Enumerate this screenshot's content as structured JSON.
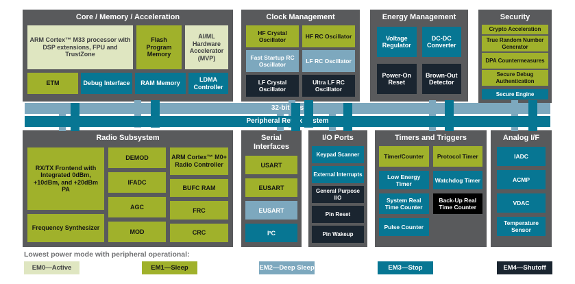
{
  "colors": {
    "panel_gray": "#595a5c",
    "em0_active": "#dfe6c1",
    "em1_sleep": "#a0b12b",
    "em2_deep_sleep": "#7da8be",
    "em3_stop": "#077693",
    "em4_shutoff": "#1a2530",
    "backup_rtc_black": "#000000",
    "bus_light_blue": "#7da8be",
    "bus_teal": "#077693"
  },
  "buses": {
    "bus1_label": "32-bit bus",
    "bus2_label": "Peripheral Reflex System"
  },
  "panels": [
    {
      "title": "Core / Memory / Acceleration",
      "blocks": [
        {
          "label": "ARM Cortex™ M33 processor with DSP extensions, FPU and TrustZone",
          "mode": "EM0"
        },
        {
          "label": "Flash Program Memory",
          "mode": "EM1"
        },
        {
          "label": "AI/ML Hardware Accelerator (MVP)",
          "mode": "EM0"
        },
        {
          "label": "ETM",
          "mode": "EM1"
        },
        {
          "label": "Debug Interface",
          "mode": "EM3"
        },
        {
          "label": "RAM Memory",
          "mode": "EM3"
        },
        {
          "label": "LDMA Controller",
          "mode": "EM3"
        }
      ]
    },
    {
      "title": "Clock Management",
      "blocks": [
        {
          "label": "HF Crystal Oscillator",
          "mode": "EM1"
        },
        {
          "label": "HF RC Oscillator",
          "mode": "EM1"
        },
        {
          "label": "Fast Startup RC Oscillator",
          "mode": "EM2"
        },
        {
          "label": "LF RC Oscillator",
          "mode": "EM2"
        },
        {
          "label": "LF Crystal Oscillator",
          "mode": "EM4"
        },
        {
          "label": "Ultra LF RC Oscillator",
          "mode": "EM4"
        }
      ]
    },
    {
      "title": "Energy Management",
      "blocks": [
        {
          "label": "Voltage Regulator",
          "mode": "EM3"
        },
        {
          "label": "DC-DC Converter",
          "mode": "EM3"
        },
        {
          "label": "Power-On Reset",
          "mode": "EM4"
        },
        {
          "label": "Brown-Out Detector",
          "mode": "EM4"
        }
      ]
    },
    {
      "title": "Security",
      "blocks": [
        {
          "label": "Crypto Acceleration",
          "mode": "EM1"
        },
        {
          "label": "True Random Number Generator",
          "mode": "EM1"
        },
        {
          "label": "DPA Countermeasures",
          "mode": "EM1"
        },
        {
          "label": "Secure Debug Authentication",
          "mode": "EM1"
        },
        {
          "label": "Secure Engine",
          "mode": "EM3"
        }
      ]
    },
    {
      "title": "Radio Subsystem",
      "blocks": [
        {
          "label": "RX/TX Frontend with Integrated 0dBm, +10dBm, and +20dBm PA",
          "mode": "EM1"
        },
        {
          "label": "Frequency Synthesizer",
          "mode": "EM1"
        },
        {
          "label": "DEMOD",
          "mode": "EM1"
        },
        {
          "label": "IFADC",
          "mode": "EM1"
        },
        {
          "label": "AGC",
          "mode": "EM1"
        },
        {
          "label": "MOD",
          "mode": "EM1"
        },
        {
          "label": "ARM Cortex™ M0+ Radio Controller",
          "mode": "EM1"
        },
        {
          "label": "BUFC RAM",
          "mode": "EM1"
        },
        {
          "label": "FRC",
          "mode": "EM1"
        },
        {
          "label": "CRC",
          "mode": "EM1"
        }
      ]
    },
    {
      "title": "Serial Interfaces",
      "blocks": [
        {
          "label": "USART",
          "mode": "EM1"
        },
        {
          "label": "EUSART",
          "mode": "EM1"
        },
        {
          "label": "EUSART",
          "mode": "EM2"
        },
        {
          "label": "I²C",
          "mode": "EM3"
        }
      ]
    },
    {
      "title": "I/O Ports",
      "blocks": [
        {
          "label": "Keypad Scanner",
          "mode": "EM3"
        },
        {
          "label": "External Interrupts",
          "mode": "EM3"
        },
        {
          "label": "General Purpose I/O",
          "mode": "EM4"
        },
        {
          "label": "Pin Reset",
          "mode": "EM4"
        },
        {
          "label": "Pin Wakeup",
          "mode": "EM4"
        }
      ]
    },
    {
      "title": "Timers and Triggers",
      "blocks": [
        {
          "label": "Timer/Counter",
          "mode": "EM1"
        },
        {
          "label": "Protocol Timer",
          "mode": "EM1"
        },
        {
          "label": "Low Energy Timer",
          "mode": "EM3"
        },
        {
          "label": "Watchdog Timer",
          "mode": "EM3"
        },
        {
          "label": "System Real Time Counter",
          "mode": "EM3"
        },
        {
          "label": "Back-Up Real Time Counter",
          "mode": "EM4-black"
        },
        {
          "label": "Pulse Counter",
          "mode": "EM3"
        }
      ]
    },
    {
      "title": "Analog I/F",
      "blocks": [
        {
          "label": "IADC",
          "mode": "EM3"
        },
        {
          "label": "ACMP",
          "mode": "EM3"
        },
        {
          "label": "VDAC",
          "mode": "EM3"
        },
        {
          "label": "Temperature Sensor",
          "mode": "EM3"
        }
      ]
    }
  ],
  "legend": {
    "title": "Lowest power mode with peripheral operational:",
    "items": [
      {
        "label": "EM0—Active",
        "mode": "EM0"
      },
      {
        "label": "EM1—Sleep",
        "mode": "EM1"
      },
      {
        "label": "EM2—Deep Sleep",
        "mode": "EM2"
      },
      {
        "label": "EM3—Stop",
        "mode": "EM3"
      },
      {
        "label": "EM4—Shutoff",
        "mode": "EM4"
      }
    ]
  }
}
